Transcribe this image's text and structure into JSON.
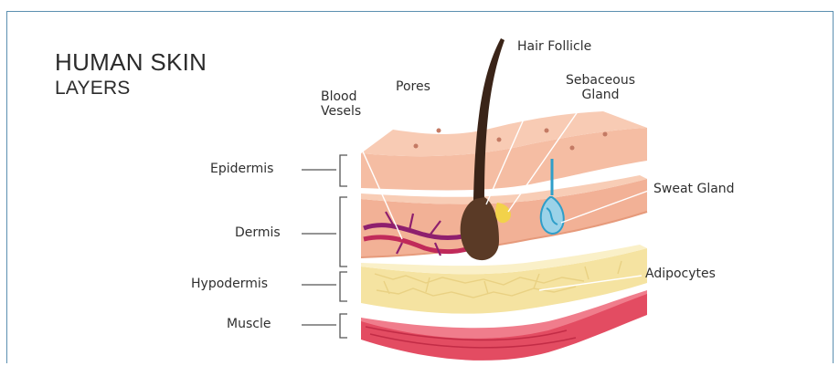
{
  "title": {
    "line1": "HUMAN SKIN",
    "line2": "LAYERS"
  },
  "layers": {
    "epidermis": "Epidermis",
    "dermis": "Dermis",
    "hypodermis": "Hypodermis",
    "muscle": "Muscle"
  },
  "callouts": {
    "blood_vessels_1": "Blood",
    "blood_vessels_2": "Vesels",
    "pores": "Pores",
    "hair_follicle": "Hair Follicle",
    "sebaceous_1": "Sebaceous",
    "sebaceous_2": "Gland",
    "sweat_gland": "Sweat Gland",
    "adipocytes": "Adipocytes"
  },
  "colors": {
    "frame": "#5b8fb0",
    "epidermis": "#f6c3a6",
    "dermis": "#f3b59a",
    "hypodermis": "#f7e9b0",
    "muscle": "#e34c62",
    "hair": "#3a2418",
    "vessel": "#8e1f6e"
  }
}
